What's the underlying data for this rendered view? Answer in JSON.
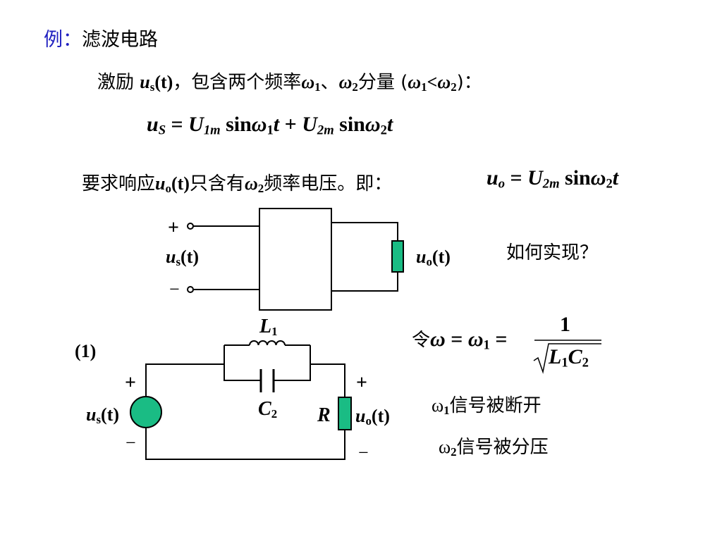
{
  "title": {
    "prefix": "例：",
    "text": "滤波电路"
  },
  "excitation": {
    "lead": "激励 ",
    "u": "u",
    "s": "s",
    "t": "(t)",
    "mid": "，包含两个频率",
    "w": "ω",
    "one": "1",
    "sep": "、",
    "two": "2",
    "part": "分量 (",
    "lt": "<",
    "close": ")："
  },
  "eq1": {
    "u": "u",
    "S": "S",
    "eq": " = ",
    "U": "U",
    "m1": "1m",
    "sin": " sin",
    "w": "ω",
    "one": "1",
    "t": "t",
    "plus": " + ",
    "m2": "2m",
    "two": "2"
  },
  "requirement": {
    "lead": "要求响应",
    "u": "u",
    "o": "o",
    "t": "(t)",
    "mid": "只含有",
    "w": "ω",
    "two": "2",
    "tail": "频率电压。",
    "ji": "即：",
    "eq_u": "u",
    "eq_o": "o",
    "eq": " = ",
    "U": "U",
    "m2": "2m",
    "sin": " sin",
    "eq_t": "t"
  },
  "box_circuit": {
    "plus": "+",
    "minus": "−",
    "in_u": "u",
    "in_s": "s",
    "in_t": "(t)",
    "out_u": "u",
    "out_o": "o",
    "out_t": "(t)"
  },
  "question": "如何实现？",
  "circuit1": {
    "label": "(1)",
    "L": "L",
    "L_sub": "1",
    "C": "C",
    "C_sub": "2",
    "R": "R",
    "plus_left": "+",
    "minus_left": "−",
    "plus_right": "+",
    "minus_right": "−",
    "in_u": "u",
    "in_s": "s",
    "in_t": "(t)",
    "out_u": "u",
    "out_o": "o",
    "out_t": "(t)"
  },
  "resonance": {
    "let": "令",
    "w": "ω",
    "eq": " = ",
    "one": "1",
    "num": "1",
    "L": "L",
    "C": "C",
    "two": "2"
  },
  "notes": {
    "n1_w": "ω",
    "n1_sub": "1",
    "n1_text": "信号被断开",
    "n2_w": "ω",
    "n2_sub": "2",
    "n2_text": "信号被分压"
  },
  "colors": {
    "accent": "#2020c0",
    "element_fill": "#1abc84",
    "stroke": "#000000"
  }
}
